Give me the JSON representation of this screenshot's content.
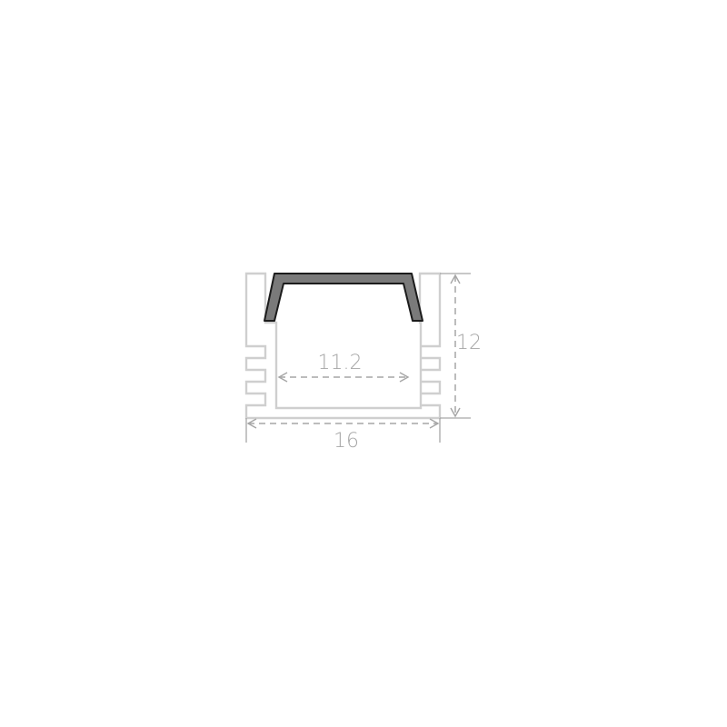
{
  "colors": {
    "background": "#ffffff",
    "profile_stroke": "#cfcfcf",
    "dimension": "#a6a6a6",
    "cover_fill": "#7a7a7a",
    "cover_outline": "#1c1c1c"
  },
  "dimensions": {
    "inner_width": "11.2",
    "total_width": "16",
    "total_height": "12"
  }
}
